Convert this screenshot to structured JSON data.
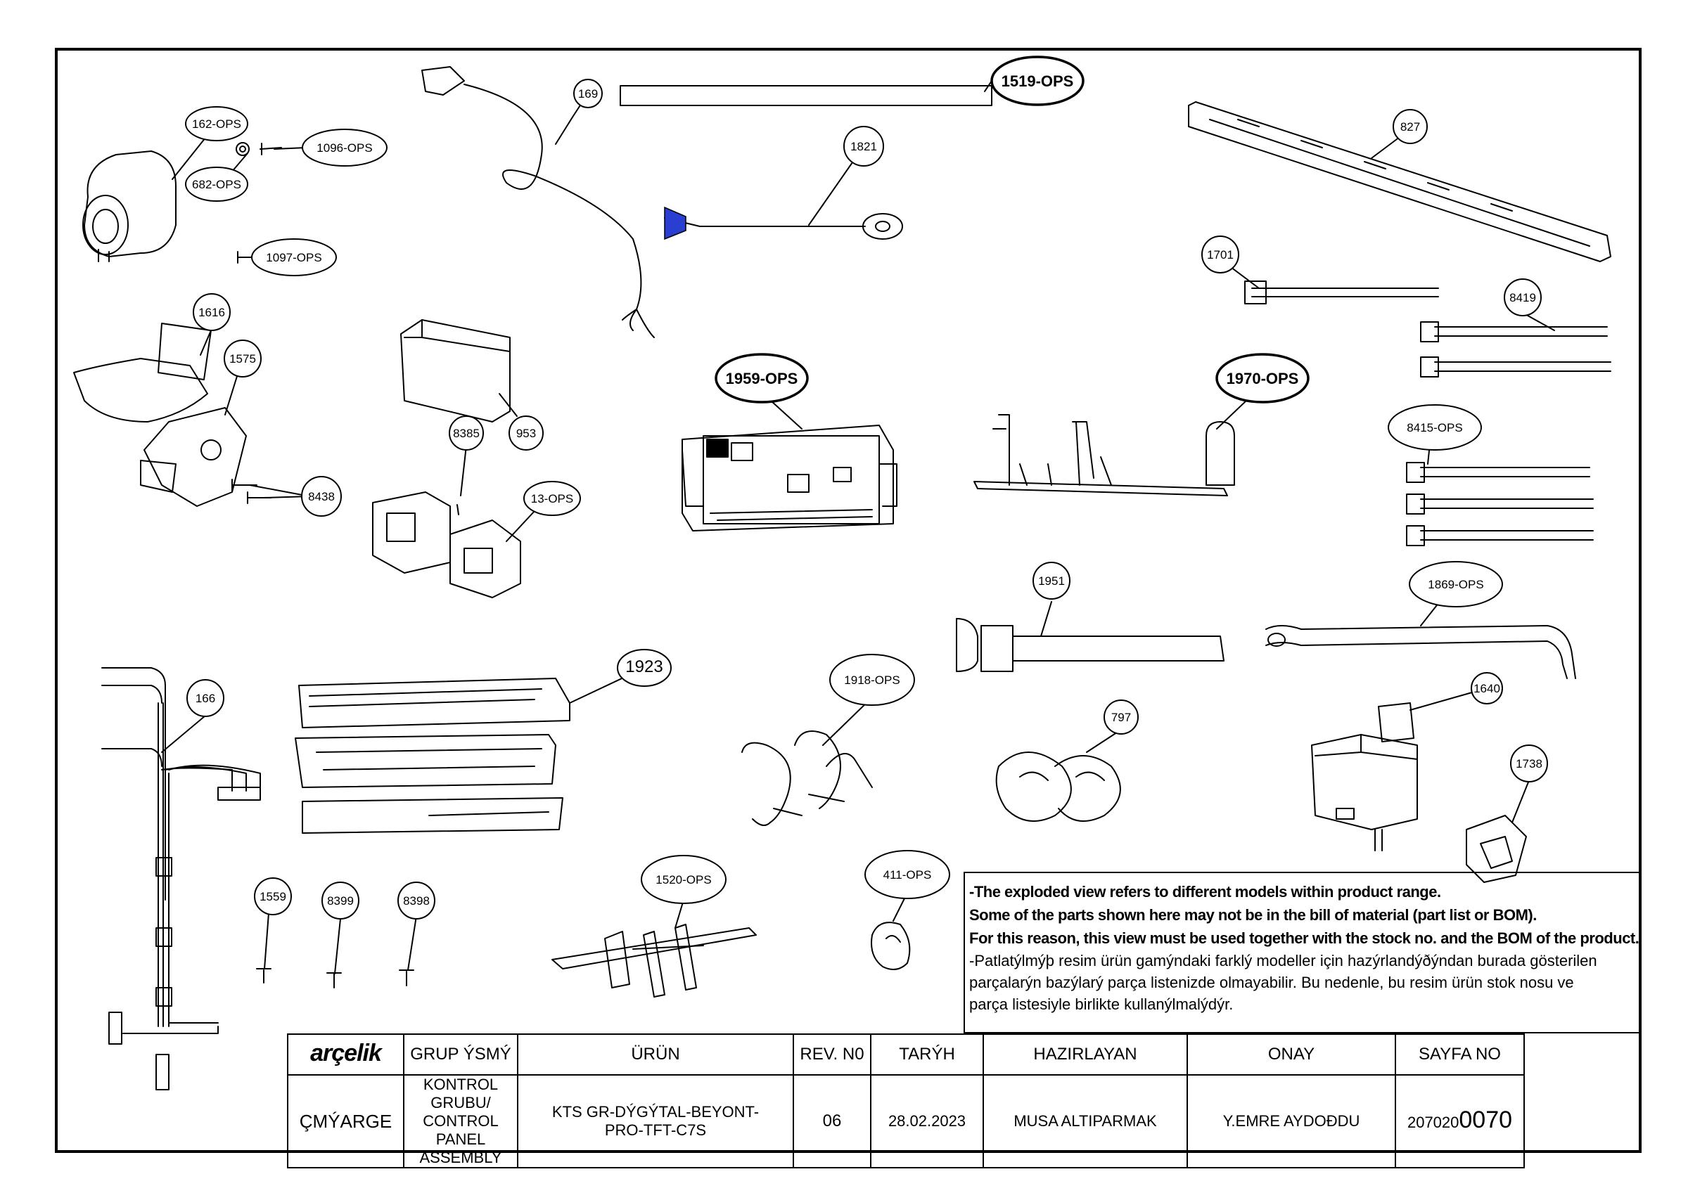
{
  "callouts": [
    {
      "label": "162-OPS",
      "bold": false
    },
    {
      "label": "682-OPS",
      "bold": false
    },
    {
      "label": "1096-OPS",
      "bold": false
    },
    {
      "label": "1097-OPS",
      "bold": false
    },
    {
      "label": "169",
      "bold": false
    },
    {
      "label": "1519-OPS",
      "bold": true
    },
    {
      "label": "1821",
      "bold": false
    },
    {
      "label": "827",
      "bold": false
    },
    {
      "label": "1701",
      "bold": false
    },
    {
      "label": "8419",
      "bold": false
    },
    {
      "label": "1616",
      "bold": false
    },
    {
      "label": "1575",
      "bold": false
    },
    {
      "label": "953",
      "bold": false
    },
    {
      "label": "8385",
      "bold": false
    },
    {
      "label": "13-OPS",
      "bold": false
    },
    {
      "label": "8438",
      "bold": false
    },
    {
      "label": "1959-OPS",
      "bold": true
    },
    {
      "label": "1970-OPS",
      "bold": true
    },
    {
      "label": "8415-OPS",
      "bold": false
    },
    {
      "label": "1951",
      "bold": false
    },
    {
      "label": "1869-OPS",
      "bold": false
    },
    {
      "label": "166",
      "bold": false
    },
    {
      "label": "1923",
      "bold": false
    },
    {
      "label": "1918-OPS",
      "bold": false
    },
    {
      "label": "797",
      "bold": false
    },
    {
      "label": "1640",
      "bold": false
    },
    {
      "label": "1738",
      "bold": false
    },
    {
      "label": "1559",
      "bold": false
    },
    {
      "label": "8399",
      "bold": false
    },
    {
      "label": "8398",
      "bold": false
    },
    {
      "label": "1520-OPS",
      "bold": false
    },
    {
      "label": "411-OPS",
      "bold": false
    }
  ],
  "notes": {
    "en_1": "-The exploded view refers to different models within product range.",
    "en_2": "Some of the parts shown here may not be in the bill of material (part list or BOM).",
    "en_3": "For this reason, this view must be used together with the stock no. and the BOM of the product.",
    "tr_1": "-Patlatýlmýþ resim ürün gamýndaki farklý modeller için hazýrlandýðýndan burada gösterilen",
    "tr_2": "parçalarýn bazýlarý parça listenizde olmayabilir. Bu nedenle, bu resim ürün stok nosu ve",
    "tr_3": "parça listesiyle birlikte kullanýlmalýdýr."
  },
  "title_block": {
    "logo": "arçelik",
    "group_label": "GRUP ÝSMÝ",
    "product_label": "ÜRÜN",
    "rev_label": "REV. N0",
    "date_label": "TARÝH",
    "prepared_label": "HAZIRLAYAN",
    "approval_label": "ONAY",
    "page_label": "SAYFA NO",
    "site": "ÇMÝARGE",
    "group_value": "KONTROL GRUBU/ CONTROL PANEL ASSEMBLY",
    "product_value": "KTS GR-DÝGÝTAL-BEYONT-PRO-TFT-C7S",
    "rev_value": "06",
    "date_value": "28.02.2023",
    "prepared_value": "MUSA ALTIPARMAK",
    "approval_value": "Y.EMRE AYDOÐDU",
    "page_value_prefix": "207020",
    "page_value_suffix": "0070"
  }
}
